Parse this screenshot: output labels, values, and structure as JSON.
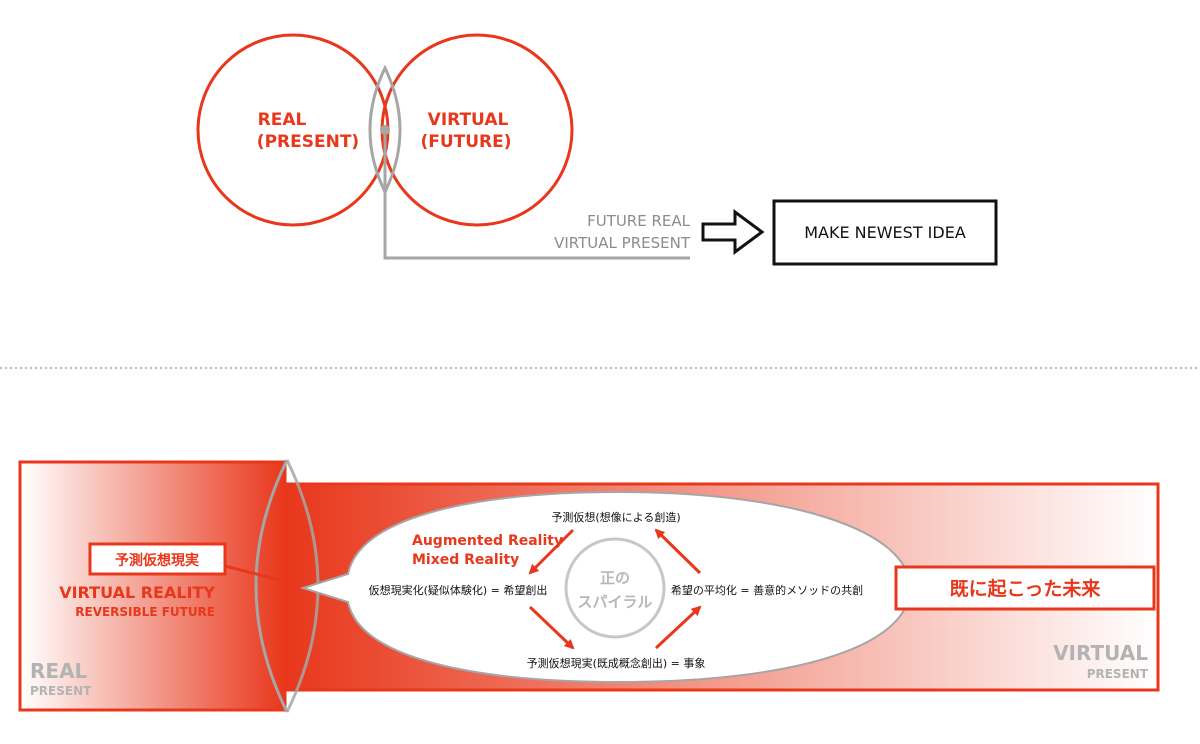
{
  "venn": {
    "left_label_line1": "REAL",
    "left_label_line2": "(PRESENT)",
    "right_label_line1": "VIRTUAL",
    "right_label_line2": "(FUTURE)",
    "overlap_line1": "FUTURE REAL",
    "overlap_line2": "VIRTUAL PRESENT",
    "idea_box": "MAKE NEWEST IDEA"
  },
  "band": {
    "left_corner_big": "REAL",
    "left_corner_small": "PRESENT",
    "right_corner_big": "VIRTUAL",
    "right_corner_small": "PRESENT",
    "vr_title": "VIRTUAL REALITY",
    "vr_subtitle": "REVERSIBLE FUTURE",
    "prediction_tag": "予測仮想現実",
    "future_tag": "既に起こった未来"
  },
  "cycle": {
    "top": "予測仮想(想像による創造)",
    "left": "仮想現実化(疑似体験化) = 希望創出",
    "right": "希望の平均化 = 善意的メソッドの共創",
    "bottom": "予測仮想現実(既成概念創出) = 事象",
    "ar_line1": "Augmented Reality",
    "ar_line2": "Mixed Reality",
    "center_line1": "正の",
    "center_line2": "スパイラル"
  },
  "colors": {
    "accent": "#e8371b",
    "gray": "#a6a6a6",
    "dark": "#111111"
  }
}
